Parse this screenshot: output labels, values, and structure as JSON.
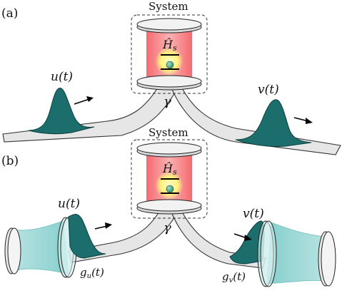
{
  "panels": [
    {
      "id": "a",
      "label": "(a)",
      "system_label": "System",
      "hamiltonian": "Ĥ",
      "hamiltonian_sub": "s",
      "input_pulse": "u(t)",
      "output_pulse": "v(t)",
      "coupling": "γ"
    },
    {
      "id": "b",
      "label": "(b)",
      "system_label": "System",
      "hamiltonian": "Ĥ",
      "hamiltonian_sub": "s",
      "input_pulse": "u(t)",
      "output_pulse": "v(t)",
      "coupling": "γ",
      "input_cavity_coupling": "g",
      "input_cavity_sub": "u",
      "output_cavity_coupling": "g",
      "output_cavity_sub": "v",
      "cavity_arg": "(t)"
    }
  ],
  "colors": {
    "waveguide": "#e6e6e6",
    "pulse": "#1b6e6c",
    "cavity_field": "#f58f92",
    "atom_glow": "#fff27a",
    "atom": "#3d9c7c",
    "mirror": "#e8e8e8",
    "virtual_cavity": "#9fd8d6"
  }
}
